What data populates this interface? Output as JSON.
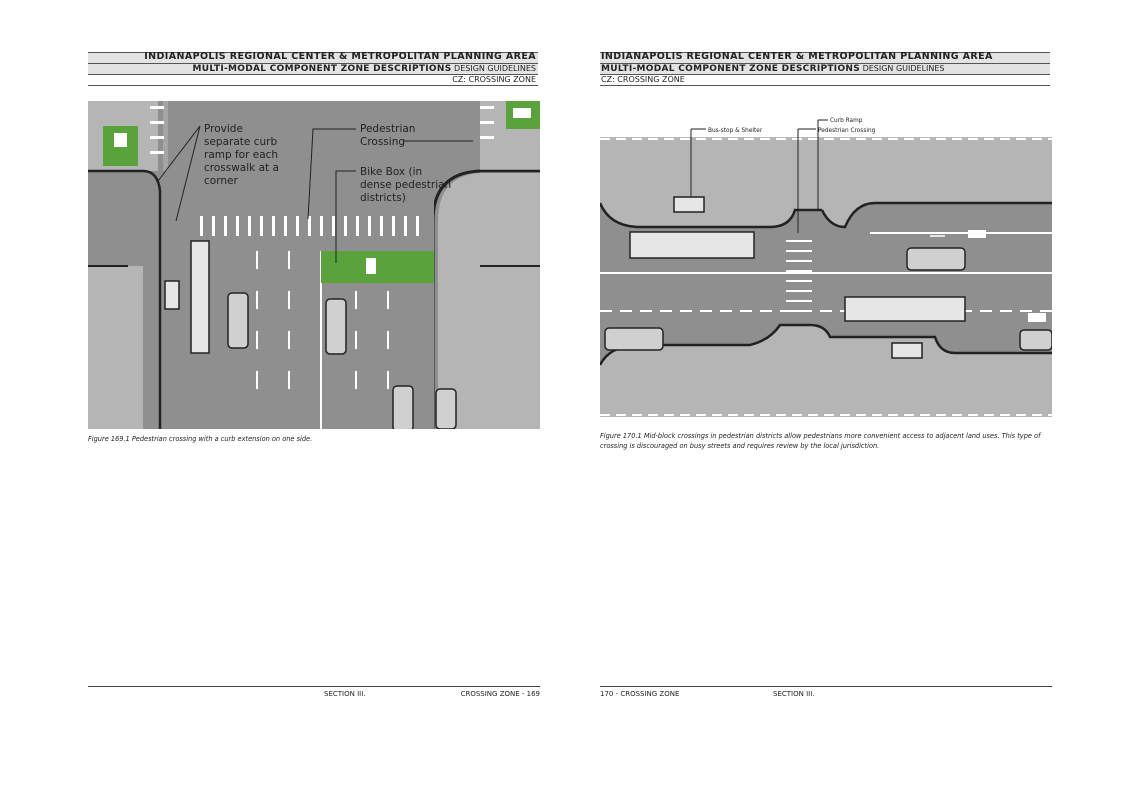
{
  "left_page": {
    "header": {
      "line1": "INDIANAPOLIS REGIONAL CENTER & METROPOLITAN PLANNING AREA",
      "line2_bold": "MULTI-MODAL COMPONENT ZONE DESCRIPTIONS",
      "line2_light": "DESIGN GUIDELINES",
      "line3": "CZ: CROSSING ZONE"
    },
    "figure": {
      "callout_1": [
        "Provide",
        "separate curb",
        "ramp for each",
        "crosswalk at a",
        "corner"
      ],
      "callout_2": [
        "Pedestrian",
        "Crossing"
      ],
      "callout_3": [
        "Bike Box (in",
        "dense pedestrian",
        "districts)"
      ]
    },
    "caption": "Figure 169.1 Pedestrian crossing with a curb extension on one side.",
    "footer": {
      "section": "SECTION III.",
      "page": "CROSSING ZONE - 169"
    }
  },
  "right_page": {
    "header": {
      "line1": "INDIANAPOLIS REGIONAL CENTER & METROPOLITAN PLANNING AREA",
      "line2_bold": "MULTI-MODAL COMPONENT ZONE DESCRIPTIONS",
      "line2_light": "DESIGN GUIDELINES",
      "line3": "CZ: CROSSING ZONE"
    },
    "figure": {
      "label_curb_ramp": "Curb Ramp",
      "label_bus_stop": "Bus-stop & Shelter",
      "label_ped_crossing": "Pedestrian Crossing"
    },
    "caption_lines": [
      "Figure 170.1 Mid-block crossings in pedestrian districts allow pedestrians more convenient access to adjacent land uses. This type of",
      "crossing is discouraged on busy streets and requires review by the local jurisdiction."
    ],
    "footer": {
      "page": "170 - CROSSING ZONE",
      "section": "SECTION III."
    }
  },
  "colors": {
    "road": "#8f8f8f",
    "sidewalk": "#b4b4b4",
    "bike_green": "#5aa33c",
    "header_band": "#e3e3e3"
  }
}
